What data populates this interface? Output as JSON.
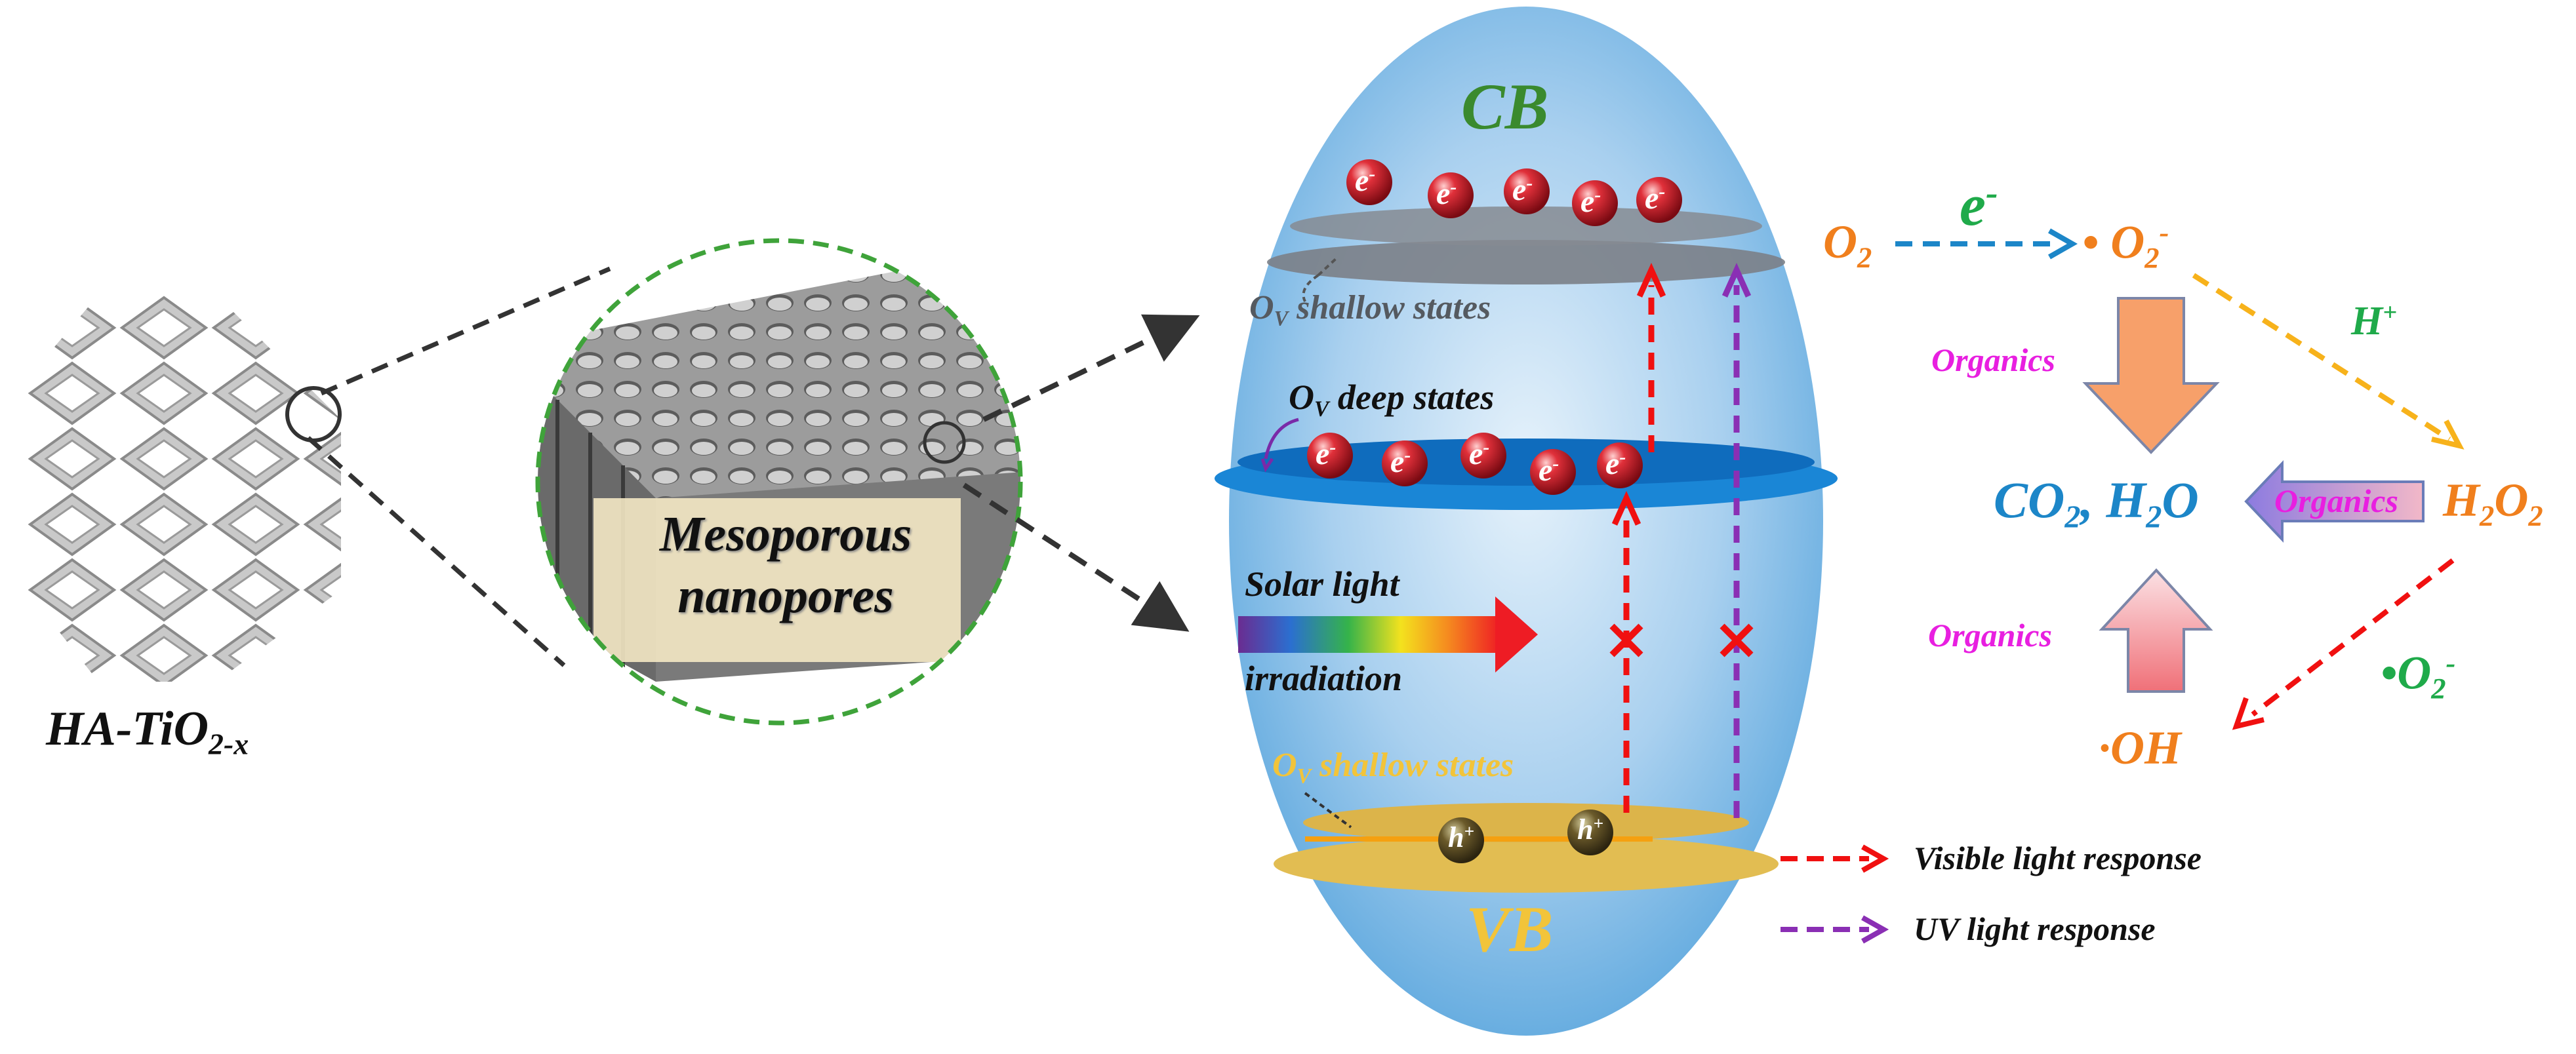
{
  "colors": {
    "cb": "#3a8a2e",
    "vb": "#f2c43a",
    "orange": "#f07f1d",
    "blue": "#1c86c8",
    "green": "#1faa4a",
    "magenta": "#e81fe0",
    "red": "#f01010",
    "purple": "#8a2fb4",
    "yellow": "#f7b21b"
  },
  "material": {
    "label_main": "HA-TiO",
    "label_sub": "2-x",
    "pores_line1": "Mesoporous",
    "pores_line2": "nanopores"
  },
  "band": {
    "cb": "CB",
    "vb": "VB",
    "ov_letter": "O",
    "ov_sub": "V",
    "shallow_upper_text": "shallow states",
    "deep_text": "deep states",
    "shallow_lower_text": "shallow states",
    "solar_line1": "Solar light",
    "solar_line2": "irradiation",
    "electron_base": "e",
    "electron_sup": "-",
    "hole_base": "h",
    "hole_sup": "+"
  },
  "reaction": {
    "o2_base": "O",
    "o2_sub": "2",
    "electron_label": "e",
    "electron_sup": "-",
    "superoxide_dot": "•",
    "superoxide_base": "O",
    "superoxide_sub": "2",
    "superoxide_sup": "-",
    "h_plus_base": "H",
    "h_plus_sup": "+",
    "h2o2_h": "H",
    "h2o2_sub1": "2",
    "h2o2_o": "O",
    "h2o2_sub2": "2",
    "organics_1": "Organics",
    "organics_2": "Organics",
    "organics_3": "Organics",
    "co2_base": "CO",
    "co2_sub": "2",
    "comma": ",",
    "h2o_h": "H",
    "h2o_sub": "2",
    "h2o_o": "O",
    "superoxide2_dot": "•",
    "superoxide2_base": "O",
    "superoxide2_sub": "2",
    "superoxide2_sup": "-",
    "oh_radical": "·OH"
  },
  "legend": {
    "visible": "Visible light response",
    "uv": "UV light response"
  }
}
